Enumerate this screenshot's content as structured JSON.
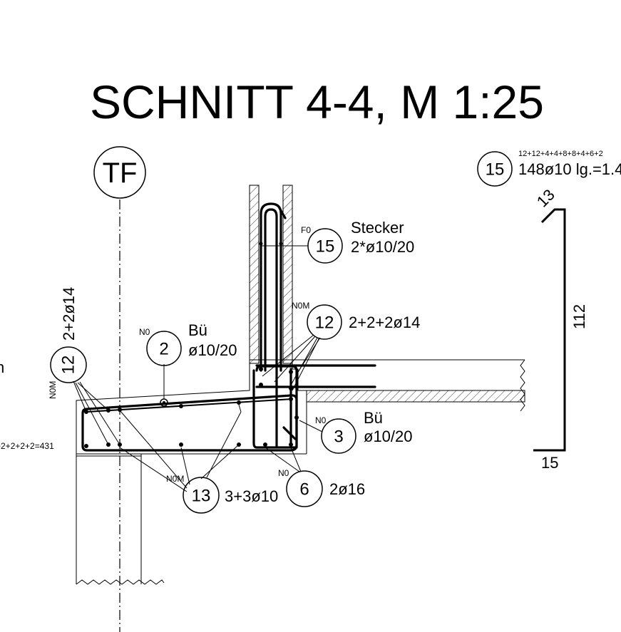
{
  "title": "SCHNITT 4-4, M 1:25",
  "axis_marker": "TF",
  "positions": {
    "p15_top": {
      "number": "15",
      "formula": "12+12+4+4+8+8+4+6+2",
      "text": "148ø10 lg.=1.4"
    },
    "p15": {
      "number": "15",
      "name": "Stecker",
      "spec": "2*ø10/20",
      "tag": "F0"
    },
    "p12_right": {
      "number": "12",
      "spec": "2+2+2ø14",
      "tag": "N0M"
    },
    "p12_left": {
      "number": "12",
      "spec": "2+2ø14",
      "tag": "N0M"
    },
    "p2": {
      "number": "2",
      "name": "Bü",
      "spec": "ø10/20",
      "tag": "N0"
    },
    "p3": {
      "number": "3",
      "name": "Bü",
      "spec": "ø10/20",
      "tag": "N0"
    },
    "p13": {
      "number": "13",
      "spec": "3+3ø10",
      "tag": "N0M"
    },
    "p6": {
      "number": "6",
      "spec": "2ø16",
      "tag": "N0"
    }
  },
  "bend_shape": {
    "hook": "13",
    "height": "112",
    "foot": "15"
  },
  "left_cut": {
    "fragment_n": "n",
    "fragment_formula": "+2+2+2+2=431"
  }
}
